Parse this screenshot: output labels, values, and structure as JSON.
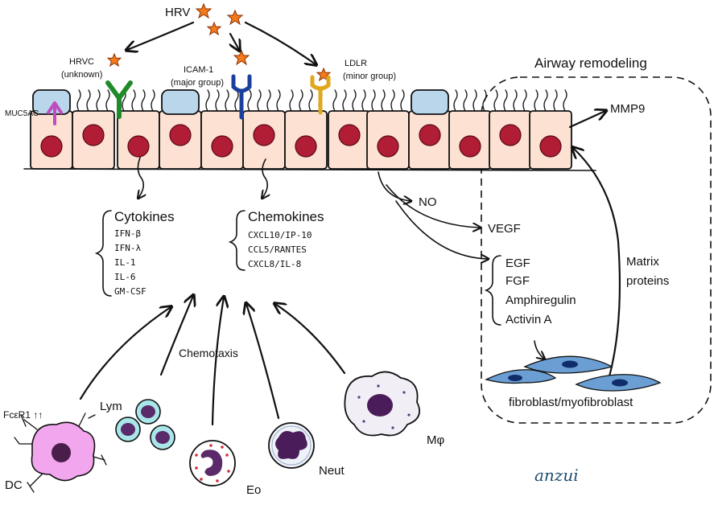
{
  "virus": {
    "label": "HRV"
  },
  "receptors": [
    {
      "name": "HRVC",
      "note": "(unknown)",
      "color": "#1f8a2a"
    },
    {
      "name": "ICAM-1",
      "note": "(major group)",
      "color": "#1b3f9c"
    },
    {
      "name": "LDLR",
      "note": "(minor group)",
      "color": "#e0a81c"
    }
  ],
  "muc5ac": "MUC5AC",
  "cytokines": {
    "title": "Cytokines",
    "items": [
      "IFN-β",
      "IFN-λ",
      "IL-1",
      "IL-6",
      "GM-CSF"
    ]
  },
  "chemokines": {
    "title": "Chemokines",
    "items": [
      "CXCL10/IP-10",
      "CCL5/RANTES",
      "CXCL8/IL-8"
    ]
  },
  "remodeling": {
    "title": "Airway remodeling",
    "mmp9": "MMP9",
    "no": "NO",
    "vegf": "VEGF",
    "growth_factors": [
      "EGF",
      "FGF",
      "Amphiregulin",
      "Activin A"
    ],
    "matrix": [
      "Matrix",
      "proteins"
    ],
    "fibroblast": "fibroblast/myofibroblast"
  },
  "chemotaxis": "Chemotaxis",
  "cells": {
    "dc": "DC",
    "fce": "FcεR1 ↑↑",
    "lym": "Lym",
    "eo": "Eo",
    "neut": "Neut",
    "mphi": "Mφ"
  },
  "signature": "anzui",
  "colors": {
    "cell_fill": "#fde2d4",
    "nucleus": "#b01d34",
    "goblet": "#b9d6ea",
    "virus": "#f57a1c",
    "dc": "#f2a6ee",
    "lym_ring": "#a8e6ea",
    "fibroblast": "#6b9fd4"
  }
}
